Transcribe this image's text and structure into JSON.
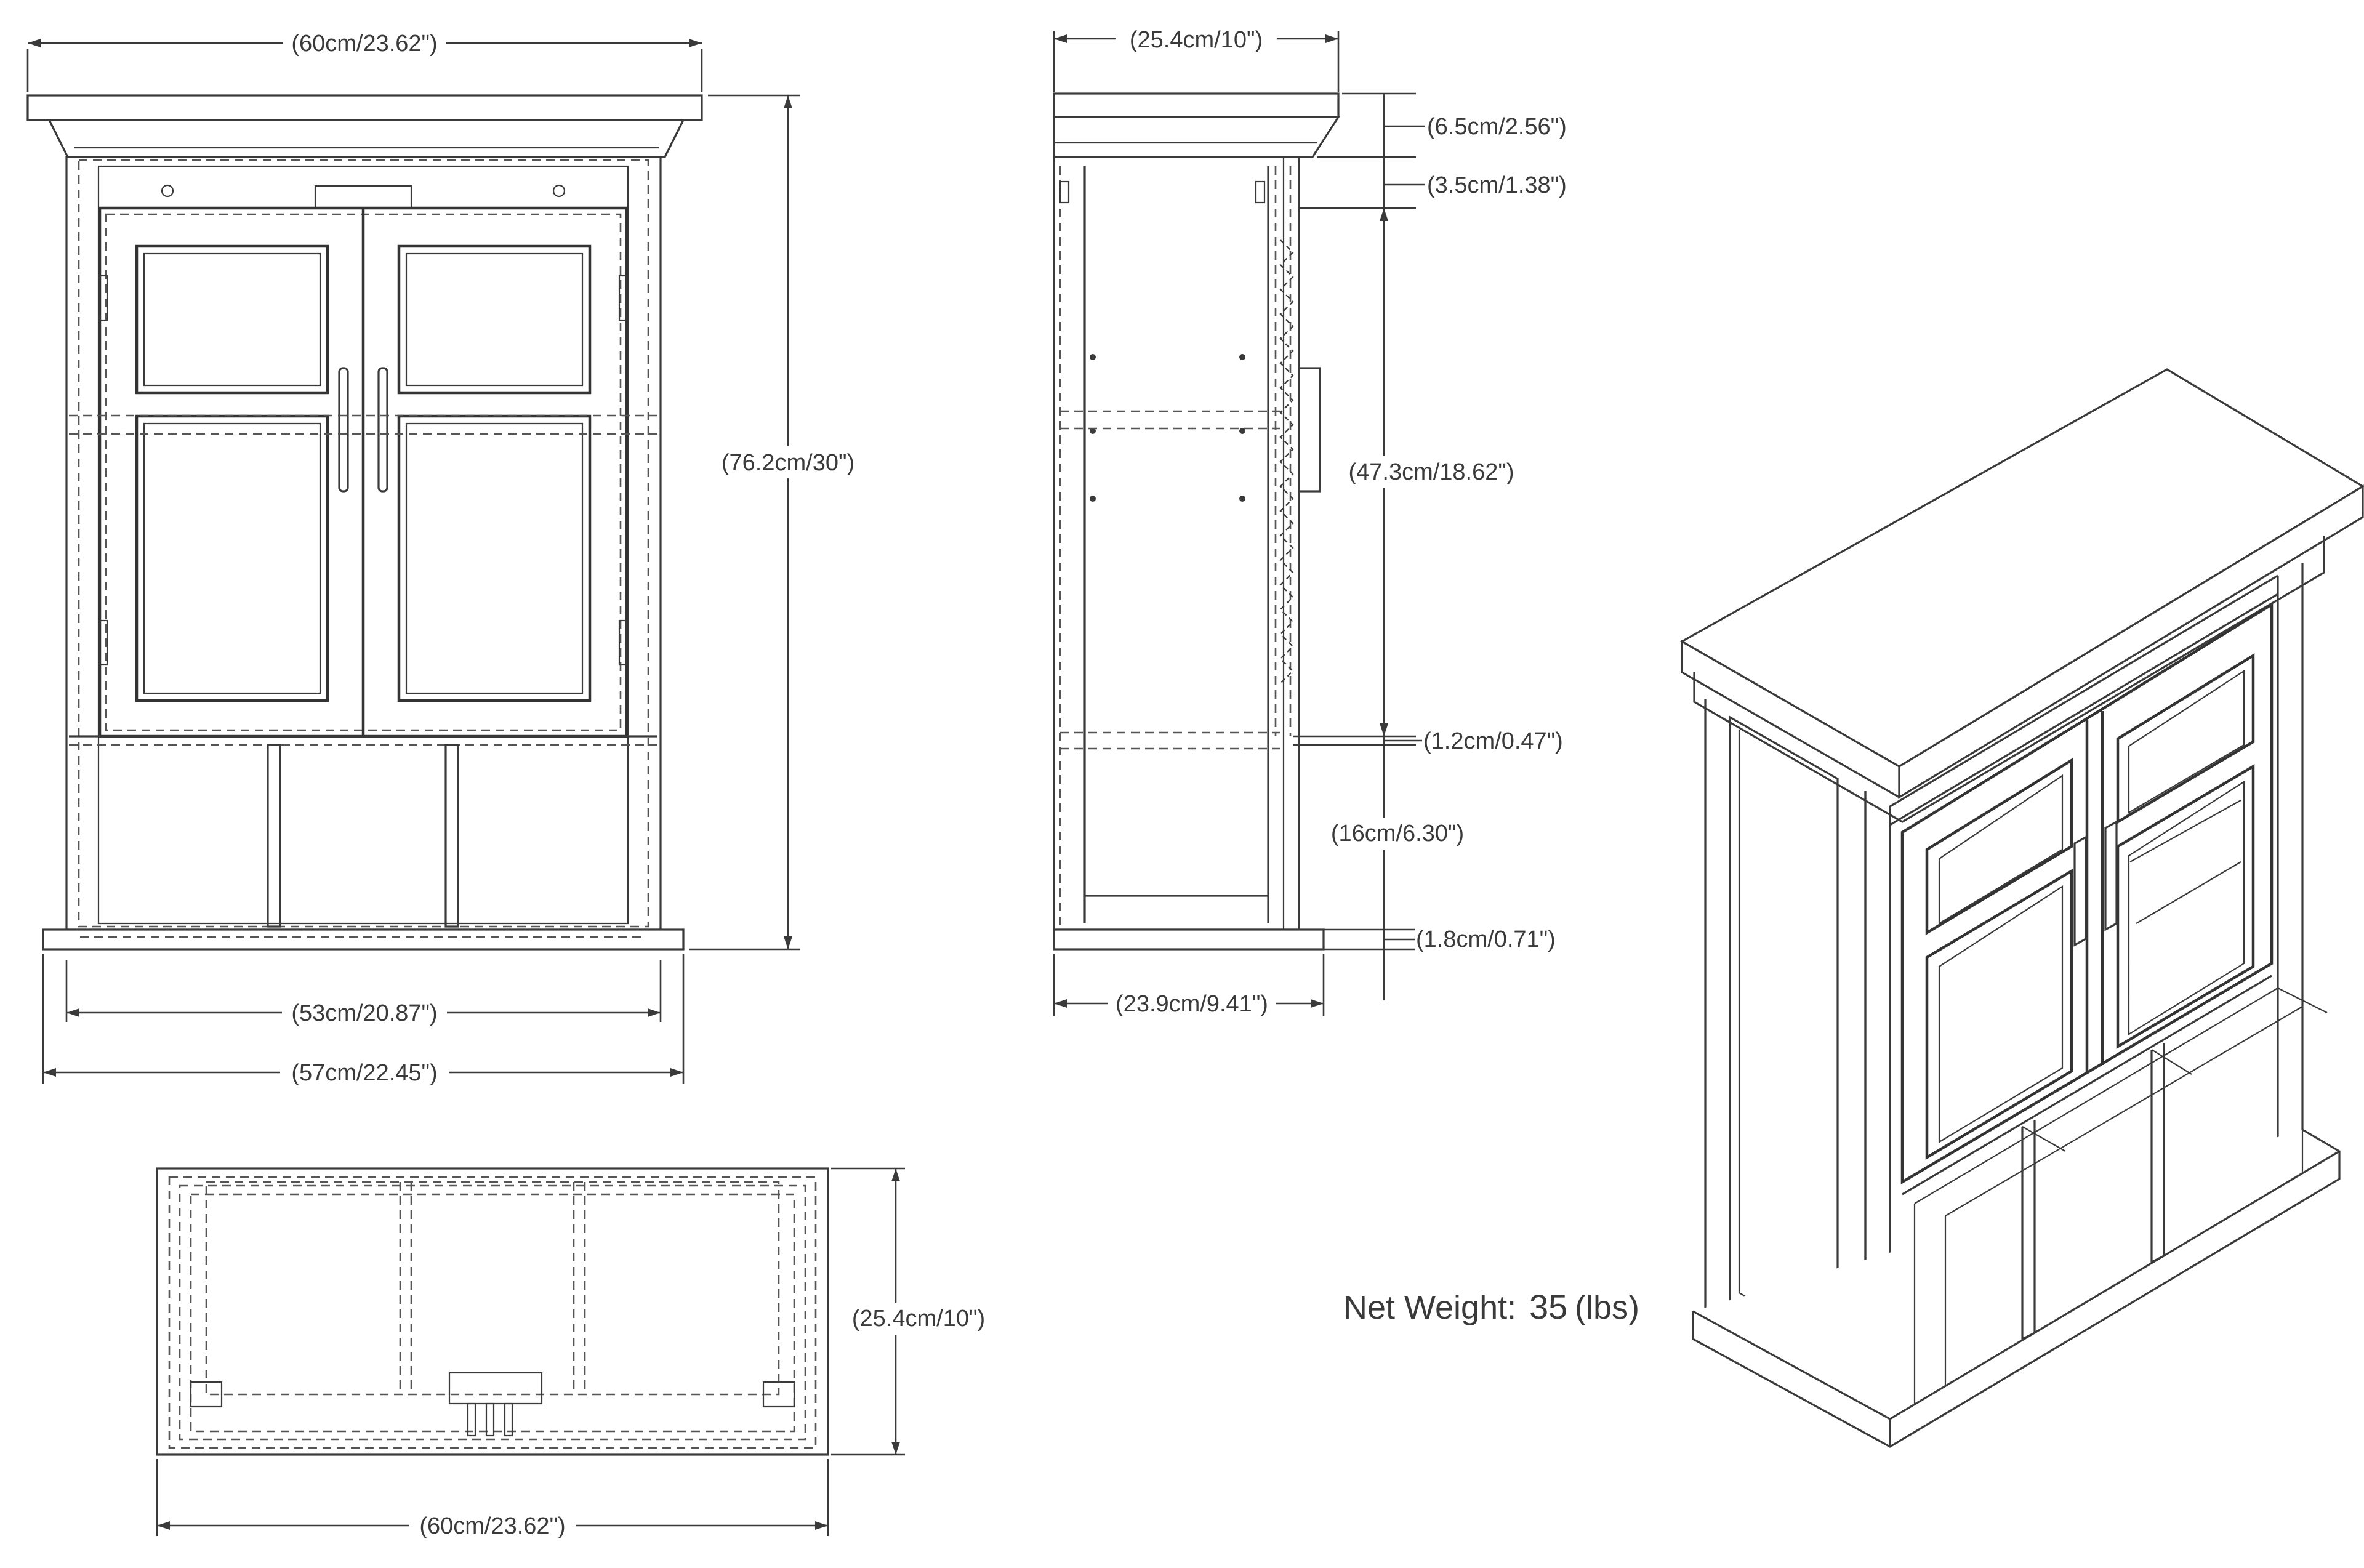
{
  "drawing": {
    "front_view": {
      "top_width": "(60cm/23.62\")",
      "height": "(76.2cm/30\")",
      "inner_width": "(53cm/20.87\")",
      "base_width": "(57cm/22.45\")"
    },
    "side_view": {
      "depth_top": "(25.4cm/10\")",
      "crown_height": "(6.5cm/2.56\")",
      "top_rail": "(3.5cm/1.38\")",
      "door_height": "(47.3cm/18.62\")",
      "shelf_thickness": "(1.2cm/0.47\")",
      "cubby_height": "(16cm/6.30\")",
      "base_height": "(1.8cm/0.71\")",
      "depth_base": "(23.9cm/9.41\")"
    },
    "top_view": {
      "depth": "(25.4cm/10\")",
      "width": "(60cm/23.62\")"
    },
    "net_weight": {
      "label": "Net Weight:",
      "value": "35",
      "unit": "(lbs)"
    }
  }
}
